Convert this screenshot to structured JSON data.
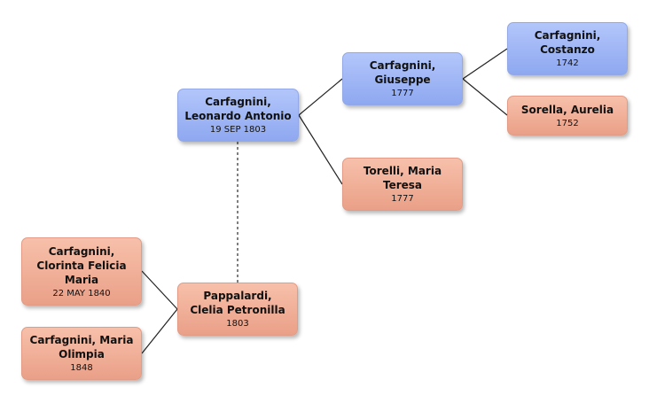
{
  "people": {
    "leonardo": {
      "name": "Carfagnini, Leonardo Antonio",
      "date": "19 SEP 1803",
      "sex": "male"
    },
    "giuseppe": {
      "name": "Carfagnini, Giuseppe",
      "date": "1777",
      "sex": "male"
    },
    "costanzo": {
      "name": "Carfagnini, Costanzo",
      "date": "1742",
      "sex": "male"
    },
    "aurelia": {
      "name": "Sorella, Aurelia",
      "date": "1752",
      "sex": "female"
    },
    "maria_teresa": {
      "name": "Torelli, Maria Teresa",
      "date": "1777",
      "sex": "female"
    },
    "clelia": {
      "name": "Pappalardi, Clelia Petronilla",
      "date": "1803",
      "sex": "female"
    },
    "clorinta": {
      "name": "Carfagnini, Clorinta Felicia Maria",
      "date": "22 MAY 1840",
      "sex": "female"
    },
    "maria_olimpia": {
      "name": "Carfagnini, Maria Olimpia",
      "date": "1848",
      "sex": "female"
    }
  },
  "colors": {
    "male": "#9bb2f4",
    "female": "#f0ac95",
    "line": "#222222",
    "spouse_line": "#555555"
  }
}
